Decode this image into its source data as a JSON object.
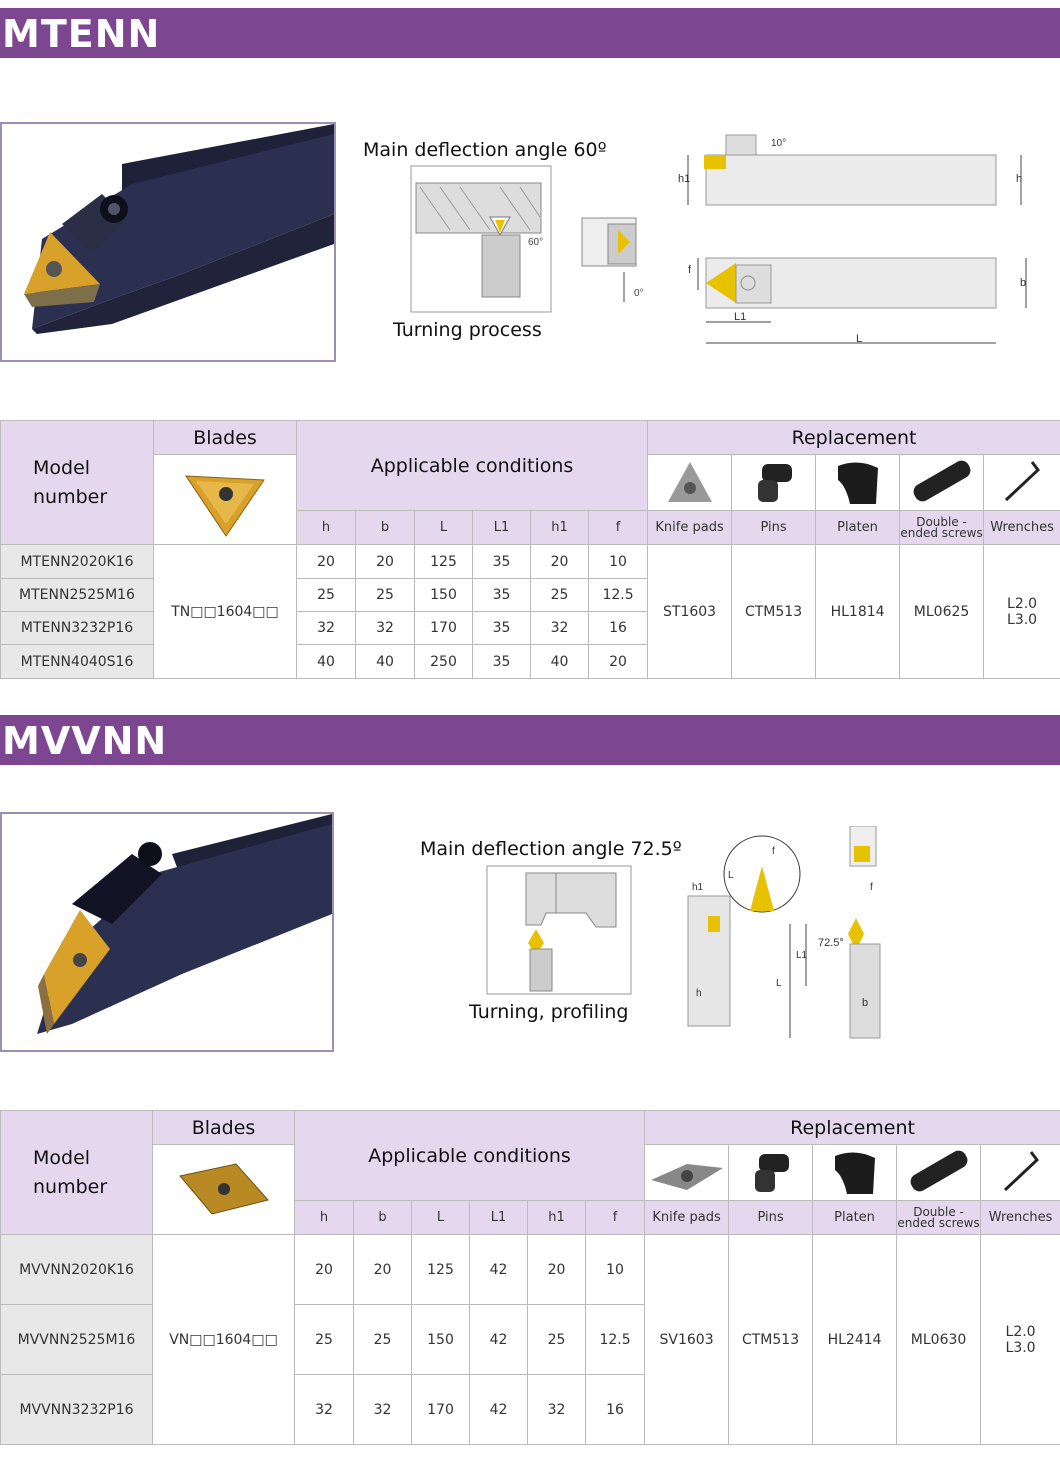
{
  "section1": {
    "banner": "MTENN",
    "angle_caption": "Main deflection angle 60º",
    "process_caption": "Turning process",
    "diagram_labels": {
      "angle": "60°",
      "zero": "0°",
      "ten": "10°",
      "h1": "h1",
      "h": "h",
      "f": "f",
      "b": "b",
      "L1": "L1",
      "L": "L"
    },
    "table": {
      "model_header": "Model number",
      "blades_header": "Blades",
      "conditions_header": "Applicable conditions",
      "replacement_header": "Replacement",
      "cond_cols": [
        "h",
        "b",
        "L",
        "L1",
        "h1",
        "f"
      ],
      "repl_cols": [
        "Knife pads",
        "Pins",
        "Platen",
        "Double -ended screws",
        "Wrenches"
      ],
      "blade": "TN□□1604□□",
      "rows": [
        {
          "model": "MTENN2020K16",
          "h": "20",
          "b": "20",
          "L": "125",
          "L1": "35",
          "h1": "20",
          "f": "10"
        },
        {
          "model": "MTENN2525M16",
          "h": "25",
          "b": "25",
          "L": "150",
          "L1": "35",
          "h1": "25",
          "f": "12.5"
        },
        {
          "model": "MTENN3232P16",
          "h": "32",
          "b": "32",
          "L": "170",
          "L1": "35",
          "h1": "32",
          "f": "16"
        },
        {
          "model": "MTENN4040S16",
          "h": "40",
          "b": "40",
          "L": "250",
          "L1": "35",
          "h1": "40",
          "f": "20"
        }
      ],
      "replacement": {
        "pad": "ST1603",
        "pin": "CTM513",
        "platen": "HL1814",
        "screw": "ML0625",
        "wrench1": "L2.0",
        "wrench2": "L3.0"
      }
    }
  },
  "section2": {
    "banner": "MVVNN",
    "angle_caption": "Main deflection angle 72.5º",
    "process_caption": "Turning, profiling",
    "diagram_labels": {
      "angle": "72.5°",
      "h1": "h1",
      "h": "h",
      "f": "f",
      "b": "b",
      "L1": "L1",
      "L": "L"
    },
    "table": {
      "model_header": "Model number",
      "blades_header": "Blades",
      "conditions_header": "Applicable conditions",
      "replacement_header": "Replacement",
      "cond_cols": [
        "h",
        "b",
        "L",
        "L1",
        "h1",
        "f"
      ],
      "repl_cols": [
        "Knife pads",
        "Pins",
        "Platen",
        "Double -ended screws",
        "Wrenches"
      ],
      "blade": "VN□□1604□□",
      "rows": [
        {
          "model": "MVVNN2020K16",
          "h": "20",
          "b": "20",
          "L": "125",
          "L1": "42",
          "h1": "20",
          "f": "10"
        },
        {
          "model": "MVVNN2525M16",
          "h": "25",
          "b": "25",
          "L": "150",
          "L1": "42",
          "h1": "25",
          "f": "12.5"
        },
        {
          "model": "MVVNN3232P16",
          "h": "32",
          "b": "32",
          "L": "170",
          "L1": "42",
          "h1": "32",
          "f": "16"
        }
      ],
      "replacement": {
        "pad": "SV1603",
        "pin": "CTM513",
        "platen": "HL2414",
        "screw": "ML0630",
        "wrench1": "L2.0",
        "wrench2": "L3.0"
      }
    }
  },
  "colors": {
    "banner": "#7d4690",
    "header_bg": "#e5d8ee",
    "model_cell_bg": "#e8e8e8",
    "insert_gold": "#d8a12a"
  },
  "icons": [
    "knife-pad-icon",
    "pin-icon",
    "platen-icon",
    "double-ended-screw-icon",
    "wrench-icon",
    "triangle-insert-icon",
    "diamond-insert-icon"
  ]
}
